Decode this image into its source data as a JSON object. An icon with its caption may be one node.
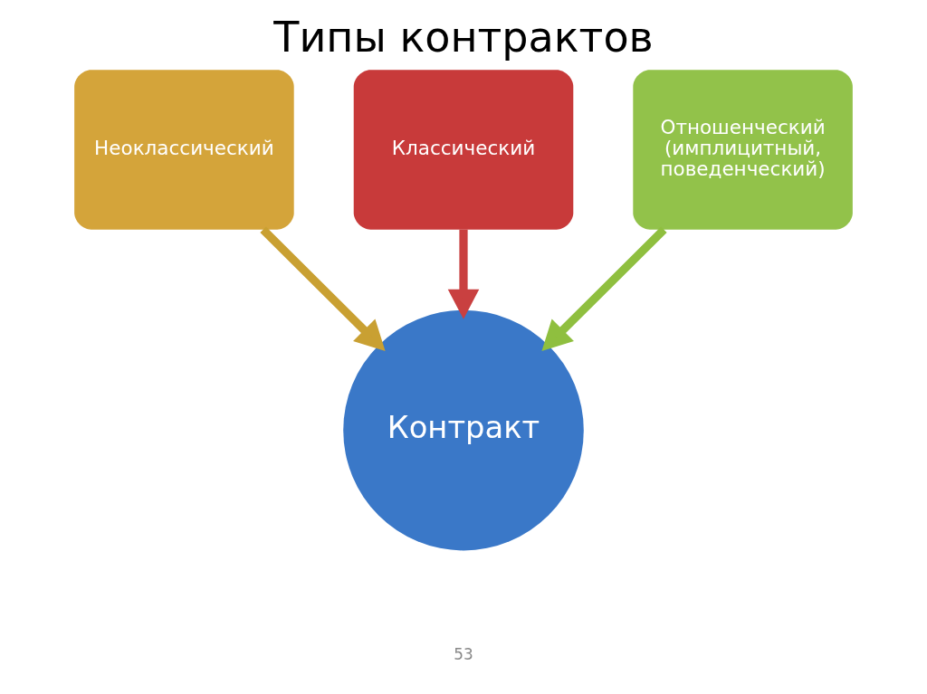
{
  "diagram": {
    "title": "Типы контрактов",
    "nodes": [
      {
        "text": [
          "Неоклассический"
        ]
      },
      {
        "text": [
          "Классический"
        ]
      },
      {
        "text": [
          "Отношенческий (имплицитный, поведенческий)"
        ]
      },
      {
        "text": [
          "Контракт"
        ]
      }
    ],
    "edges": [
      {
        "from": 0,
        "to": 3,
        "arrow": "to",
        "color": "#c9a032"
      },
      {
        "from": 1,
        "to": 3,
        "arrow": "to",
        "color": "#c94040"
      },
      {
        "from": 2,
        "to": 3,
        "arrow": "to",
        "color": "#8fbf3f"
      }
    ],
    "labels": [
      "53"
    ]
  }
}
